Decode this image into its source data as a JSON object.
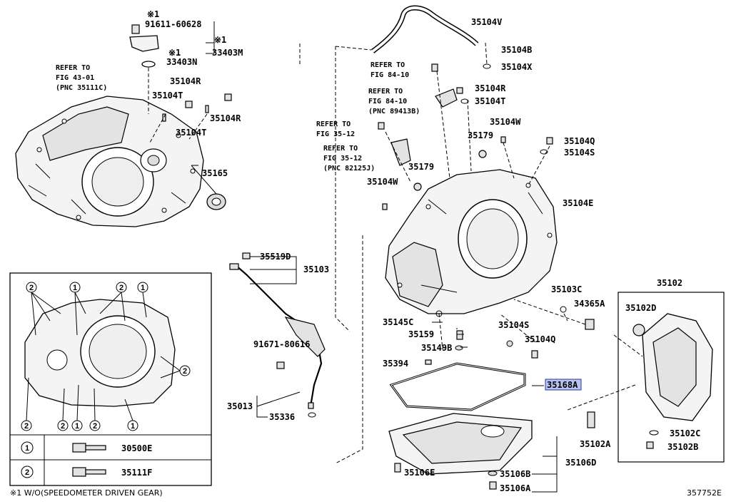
{
  "notes": {
    "refer_43_line1": "REFER TO",
    "refer_43_line2": "FIG 43-01",
    "refer_43_line3": "(PNC 35111C)",
    "refer_84a_line1": "REFER TO",
    "refer_84a_line2": "FIG 84-10",
    "refer_84b_line1": "REFER TO",
    "refer_84b_line2": "FIG 84-10",
    "refer_84b_line3": "(PNC 89413B)",
    "refer_35a_line1": "REFER TO",
    "refer_35a_line2": "FIG 35-12",
    "refer_35b_line1": "REFER TO",
    "refer_35b_line2": "FIG 35-12",
    "refer_35b_line3": "(PNC 82125J)",
    "footnote": "※1 W/O(SPEEDOMETER DRIVEN GEAR)",
    "figure_id": "357752E"
  },
  "labels": {
    "p91611": "91611-60628",
    "p33403M": "33403M",
    "p33403N": "33403N",
    "mark1a": "※1",
    "mark1b": "※1",
    "mark1c": "※1",
    "p35104R_a": "35104R",
    "p35104T_a": "35104T",
    "p35104R_b": "35104R",
    "p35104T_b": "35104T",
    "p35165": "35165",
    "p35104V": "35104V",
    "p35104B": "35104B",
    "p35104X": "35104X",
    "p35104R_c": "35104R",
    "p35104T_c": "35104T",
    "p35104W_a": "35104W",
    "p35179_a": "35179",
    "p35104Q_a": "35104Q",
    "p35104S_a": "35104S",
    "p35179_b": "35179",
    "p35104W_b": "35104W",
    "p35104E": "35104E",
    "p35519D": "35519D",
    "p35103": "35103",
    "p35103C": "35103C",
    "p35102": "35102",
    "p34365A": "34365A",
    "p35102D": "35102D",
    "p35145C": "35145C",
    "p35159": "35159",
    "p35104S_b": "35104S",
    "p35104Q_b": "35104Q",
    "p91671": "91671-80616",
    "p35149B": "35149B",
    "p35394": "35394",
    "p35168A": "35168A",
    "p35013": "35013",
    "p35336": "35336",
    "p35102C": "35102C",
    "p35102A": "35102A",
    "p35102B": "35102B",
    "p35106D": "35106D",
    "p35106E": "35106E",
    "p35106B": "35106B",
    "p35106A": "35106A"
  },
  "inset": {
    "c1": "1",
    "c2": "2",
    "legend": [
      {
        "num": "1",
        "part": "30500E"
      },
      {
        "num": "2",
        "part": "35111F"
      }
    ]
  },
  "colors": {
    "highlight": "#b9c3f0",
    "ink": "#000000"
  }
}
